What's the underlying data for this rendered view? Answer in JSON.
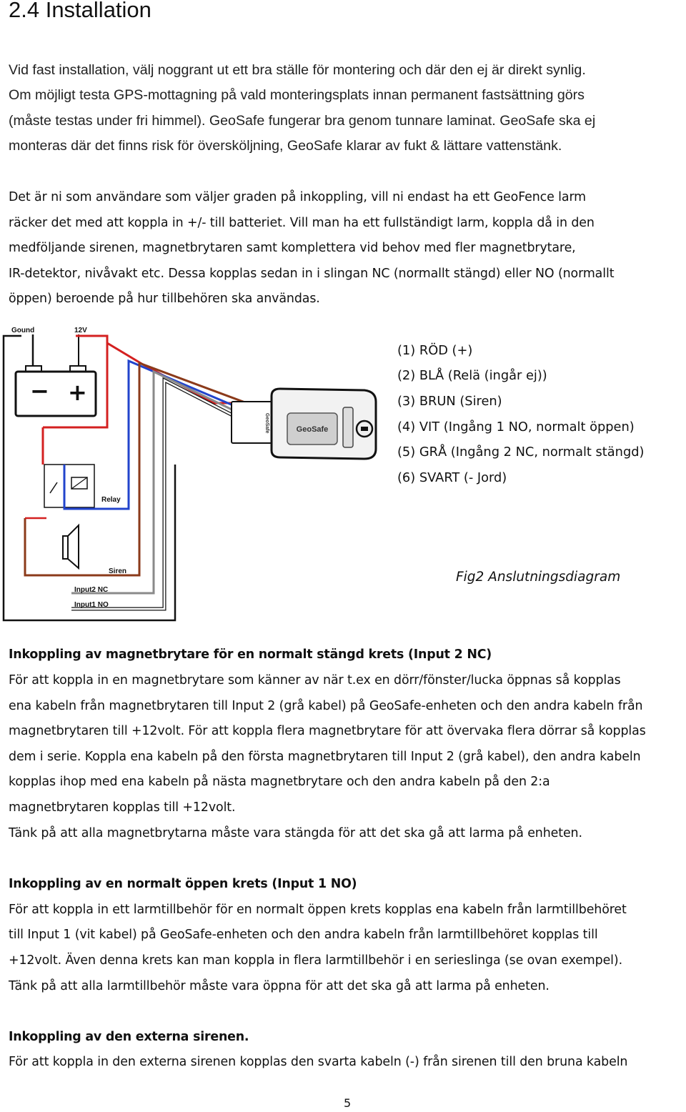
{
  "section_title": "2.4 Installation",
  "intro_lines": [
    "Vid fast installation, välj noggrant ut ett bra ställe för montering och där den ej är direkt synlig.",
    "Om möjligt testa GPS-mottagning på vald monteringsplats innan permanent fastsättning görs",
    "(måste testas under fri himmel). GeoSafe fungerar bra genom tunnare laminat. GeoSafe ska ej",
    "monteras där det finns risk för översköljning, GeoSafe klarar av fukt & lättare vattenstänk."
  ],
  "para2_lines": [
    "Det är ni som användare som väljer graden på inkoppling, vill ni endast ha ett GeoFence larm",
    "räcker det med att koppla in +/- till batteriet. Vill man ha ett fullständigt larm, koppla då in den",
    "medföljande sirenen, magnetbrytaren samt komplettera vid behov med fler magnetbrytare,",
    "IR-detektor, nivåvakt etc. Dessa kopplas sedan in i slingan NC (normallt stängd) eller NO (normallt",
    "öppen) beroende på hur tillbehören ska användas."
  ],
  "diagram": {
    "labels": {
      "ground": "Gound",
      "v12": "12V",
      "relay": "Relay",
      "siren": "Siren",
      "input2": "Input2 NC",
      "input1": "Input1 NO",
      "battery_minus": "−",
      "battery_plus": "+",
      "device_logo": "GeoSafe",
      "device_side": "GeoSafe"
    },
    "legend": [
      "(1) RÖD (+)",
      "(2) BLÅ (Relä (ingår ej))",
      "(3) BRUN (Siren)",
      "(4) VIT (Ingång 1 NO, normalt öppen)",
      "(5) GRÅ (Ingång 2 NC, normalt stängd)",
      "(6) SVART (- Jord)"
    ],
    "caption": "Fig2 Anslutningsdiagram",
    "wire_colors": {
      "red": "#d42020",
      "blue": "#2244cc",
      "brown": "#8b3a1a",
      "white": "#ffffff",
      "grey": "#8a8a8a",
      "black": "#111111"
    }
  },
  "section_nc": {
    "heading": "Inkoppling av magnetbrytare för en normalt stängd krets (Input 2 NC)",
    "lines": [
      "För att koppla in en magnetbrytare som känner av när t.ex en dörr/fönster/lucka öppnas så kopplas",
      "ena kabeln från magnetbrytaren till Input 2 (grå kabel) på GeoSafe-enheten och den andra kabeln från",
      "magnetbrytaren till +12volt. För att koppla flera magnetbrytare för att övervaka flera dörrar så kopplas",
      "dem i serie. Koppla ena kabeln på den första magnetbrytaren till Input 2 (grå kabel), den andra kabeln",
      "kopplas ihop med ena kabeln på nästa magnetbrytare och den andra kabeln på den 2:a",
      "magnetbrytaren kopplas till +12volt.",
      "Tänk på att alla magnetbrytarna måste vara stängda för att det ska gå att larma på enheten."
    ]
  },
  "section_no": {
    "heading": "Inkoppling av en normalt öppen krets (Input 1 NO)",
    "lines": [
      "För att koppla in ett larmtillbehör för en normalt öppen krets kopplas ena kabeln från larmtillbehöret",
      "till Input 1 (vit kabel) på GeoSafe-enheten och den andra kabeln från larmtillbehöret kopplas till",
      "+12volt. Även denna krets kan man koppla in flera larmtillbehör i en serieslinga (se ovan exempel).",
      "Tänk på att alla larmtillbehör måste vara öppna för att det ska gå att larma på enheten."
    ]
  },
  "section_siren": {
    "heading": "Inkoppling av den externa sirenen.",
    "lines": [
      "För att koppla in den externa sirenen kopplas den svarta kabeln (-) från sirenen till den bruna kabeln"
    ]
  },
  "page_number": "5"
}
